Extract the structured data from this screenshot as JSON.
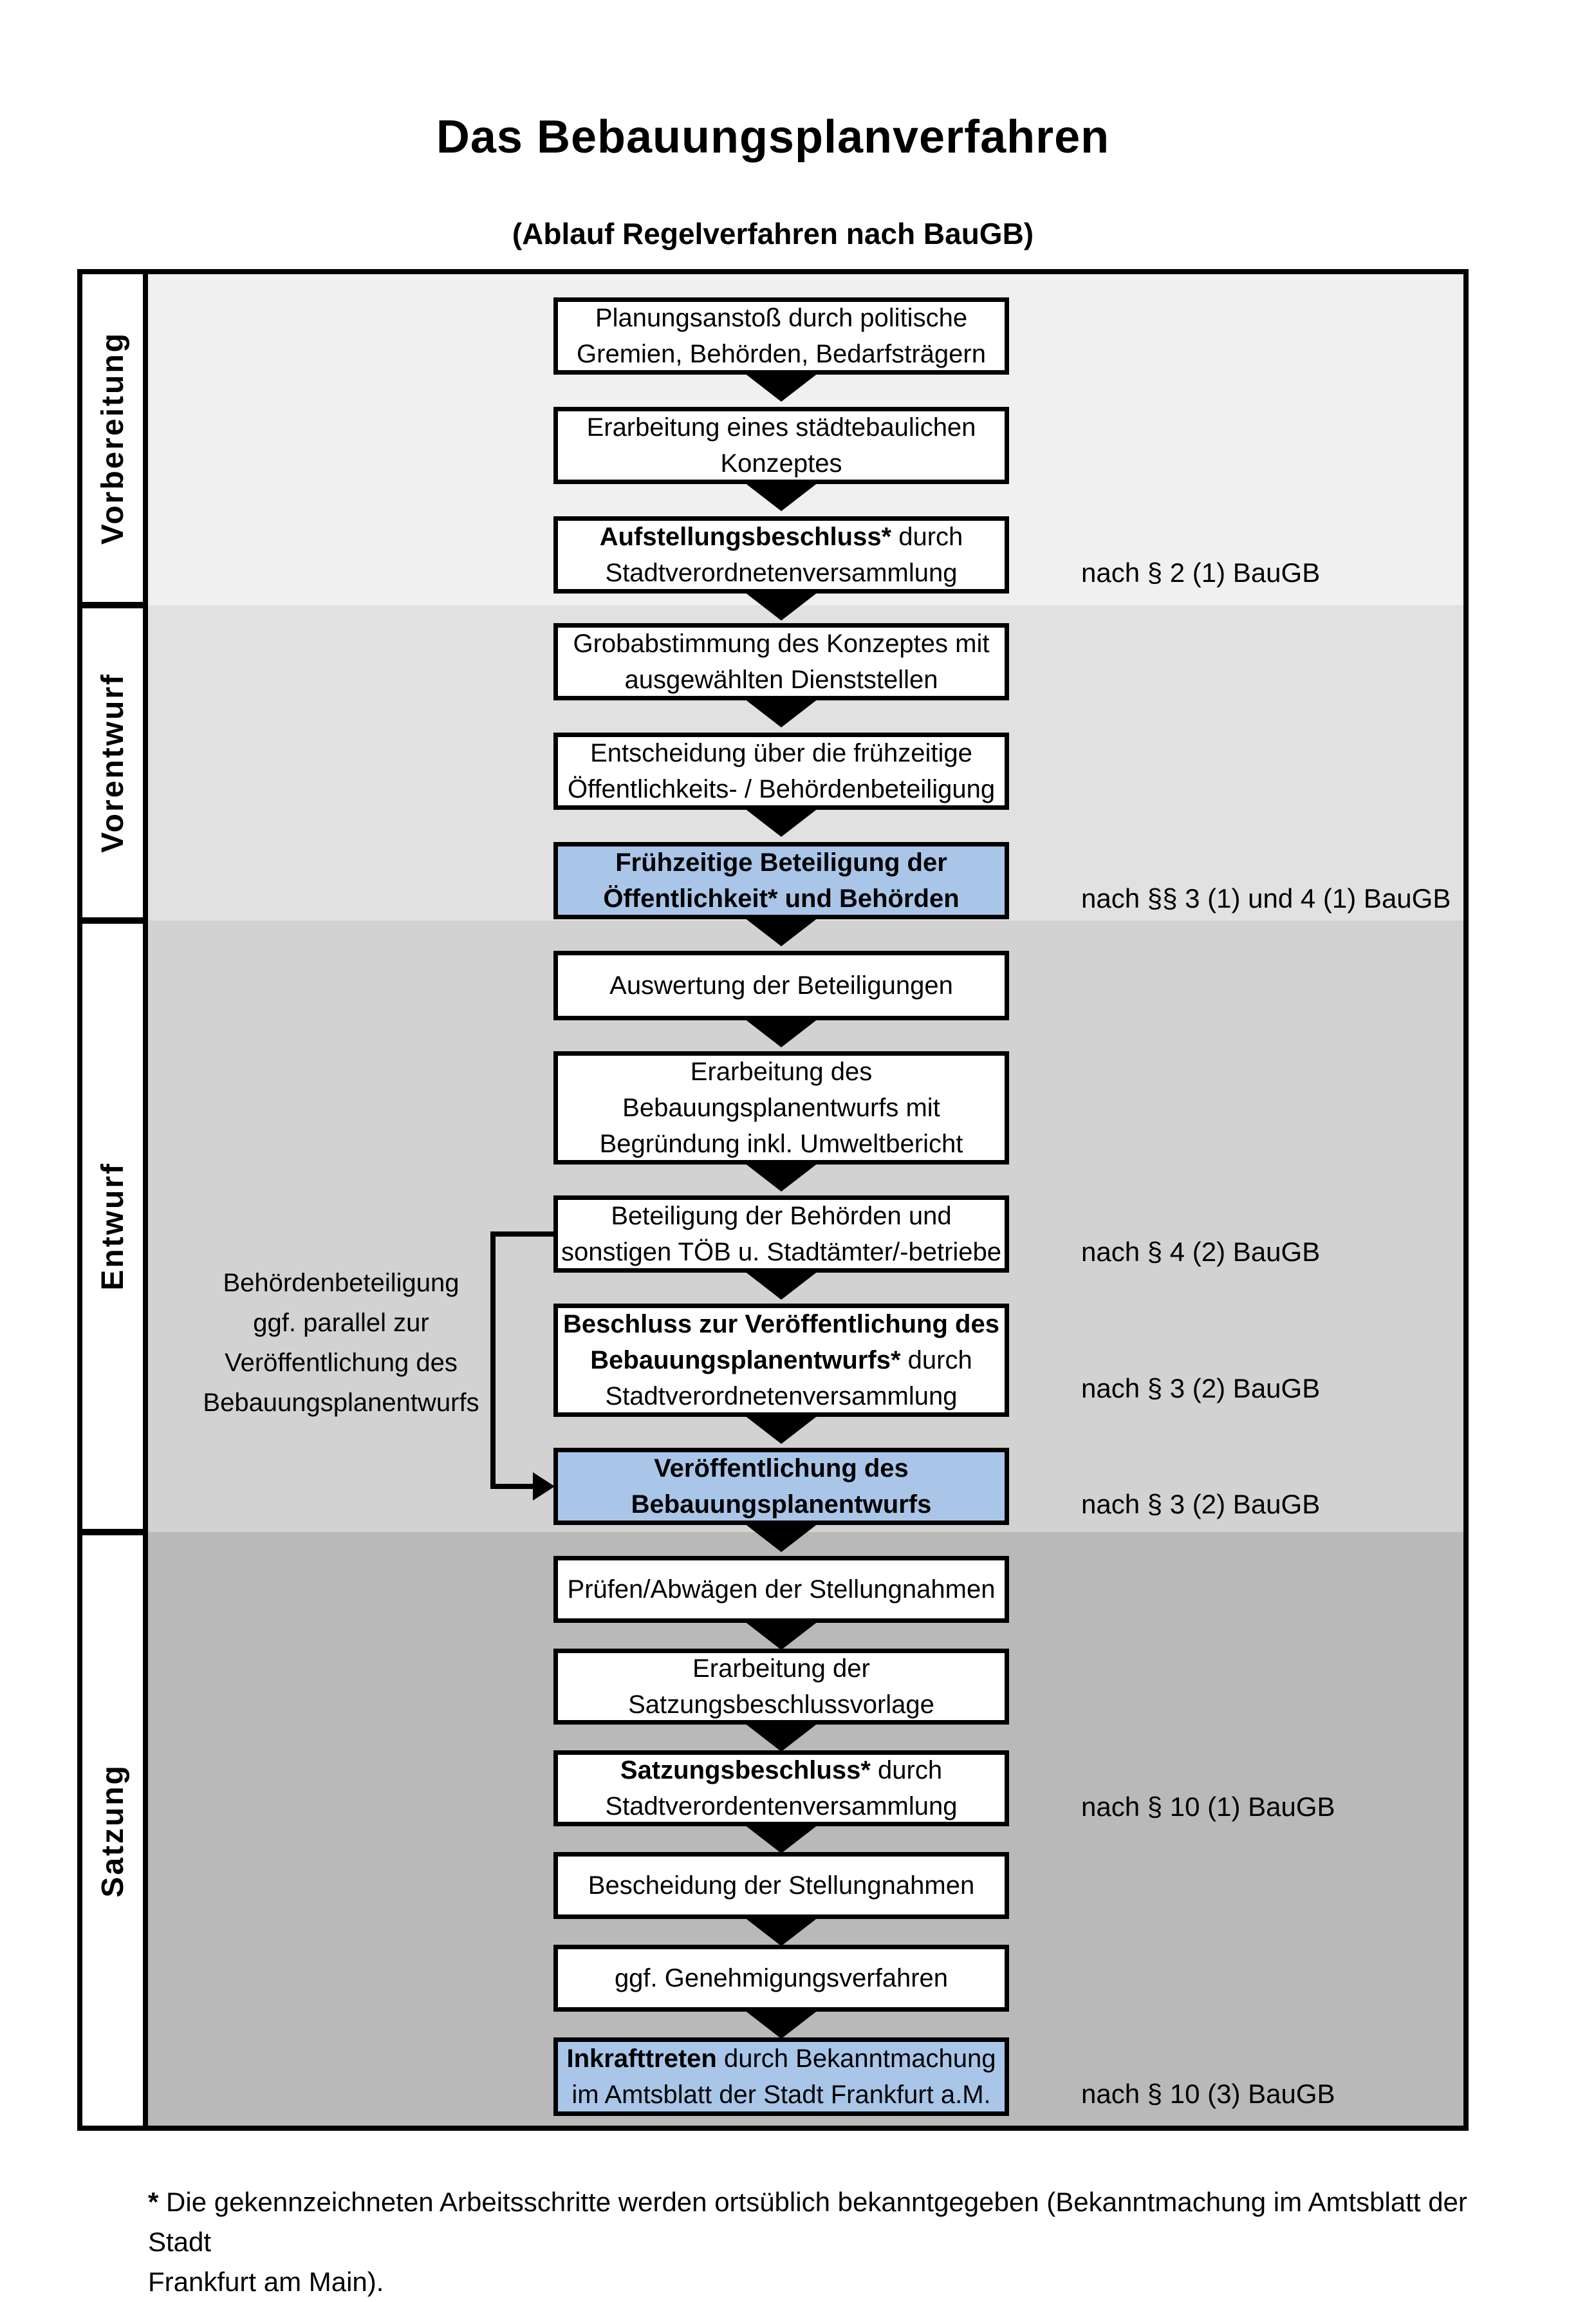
{
  "title": "Das Bebauungsplanverfahren",
  "subtitle": "(Ablauf Regelverfahren nach BauGB)",
  "phases": [
    {
      "label": "Vorbereitung"
    },
    {
      "label": "Vorentwurf"
    },
    {
      "label": "Entwurf"
    },
    {
      "label": "Satzung"
    }
  ],
  "colors": {
    "band_vorbereitung": "#f0f0f0",
    "band_vorentwurf": "#e1e1e1",
    "band_entwurf": "#d2d2d2",
    "band_satzung": "#b9b9b9",
    "highlight_blue": "#a9c6e8",
    "line_black": "#000000"
  },
  "boxes": {
    "b1": {
      "l1": "Planungsanstoß durch politische",
      "l2": "Gremien, Behörden, Bedarfsträgern"
    },
    "b2": {
      "l1": "Erarbeitung eines städtebaulichen",
      "l2": "Konzeptes"
    },
    "b3": {
      "l1b": "Aufstellungsbeschluss*",
      "l1r": " durch",
      "l2": "Stadtverordnetenversammlung"
    },
    "b4": {
      "l1": "Grobabstimmung des Konzeptes mit",
      "l2": "ausgewählten Dienststellen"
    },
    "b5": {
      "l1": "Entscheidung über die frühzeitige",
      "l2": "Öffentlichkeits- / Behördenbeteiligung"
    },
    "b6": {
      "l1b": "Frühzeitige Beteiligung der",
      "l2b": "Öffentlichkeit* und Behörden"
    },
    "b7": {
      "l1": "Auswertung der Beteiligungen"
    },
    "b8": {
      "l1": "Erarbeitung des",
      "l2": "Bebauungsplanentwurfs mit",
      "l3": "Begründung inkl. Umweltbericht"
    },
    "b9": {
      "l1": "Beteiligung der Behörden und",
      "l2": "sonstigen TÖB u. Stadtämter/-betriebe"
    },
    "b10": {
      "l1b": "Beschluss zur Veröffentlichung des",
      "l2b": "Bebauungsplanentwurfs*",
      "l2r": " durch",
      "l3": "Stadtverordnetenversammlung"
    },
    "b11": {
      "l1b": "Veröffentlichung des",
      "l2b": "Bebauungsplanentwurfs"
    },
    "b12": {
      "l1": "Prüfen/Abwägen der Stellungnahmen"
    },
    "b13": {
      "l1": "Erarbeitung der",
      "l2": "Satzungsbeschlussvorlage"
    },
    "b14": {
      "l1b": "Satzungsbeschluss*",
      "l1r": " durch",
      "l2": "Stadtverordentenversammlung"
    },
    "b15": {
      "l1": "Bescheidung der Stellungnahmen"
    },
    "b16": {
      "l1": "ggf. Genehmigungsverfahren"
    },
    "b17": {
      "l1b": "Inkrafttreten",
      "l1r": " durch Bekanntmachung",
      "l2": "im Amtsblatt der Stadt Frankfurt a.M."
    }
  },
  "annotations": {
    "a1": "nach § 2 (1) BauGB",
    "a2": "nach §§ 3 (1) und 4 (1) BauGB",
    "a3": "nach § 4 (2) BauGB",
    "a4": "nach § 3 (2) BauGB",
    "a5": "nach § 3 (2) BauGB",
    "a6": "nach § 10 (1) BauGB",
    "a7": "nach § 10 (3) BauGB"
  },
  "side_note": {
    "l1": "Behördenbeteiligung",
    "l2": "ggf. parallel zur",
    "l3": "Veröffentlichung des",
    "l4": "Bebauungsplanentwurfs"
  },
  "footnote": {
    "star": "*",
    "l1": " Die gekennzeichneten Arbeitsschritte werden ortsüblich bekanntgegeben (Bekanntmachung im Amtsblatt  der Stadt",
    "l2": "Frankfurt am Main)."
  }
}
